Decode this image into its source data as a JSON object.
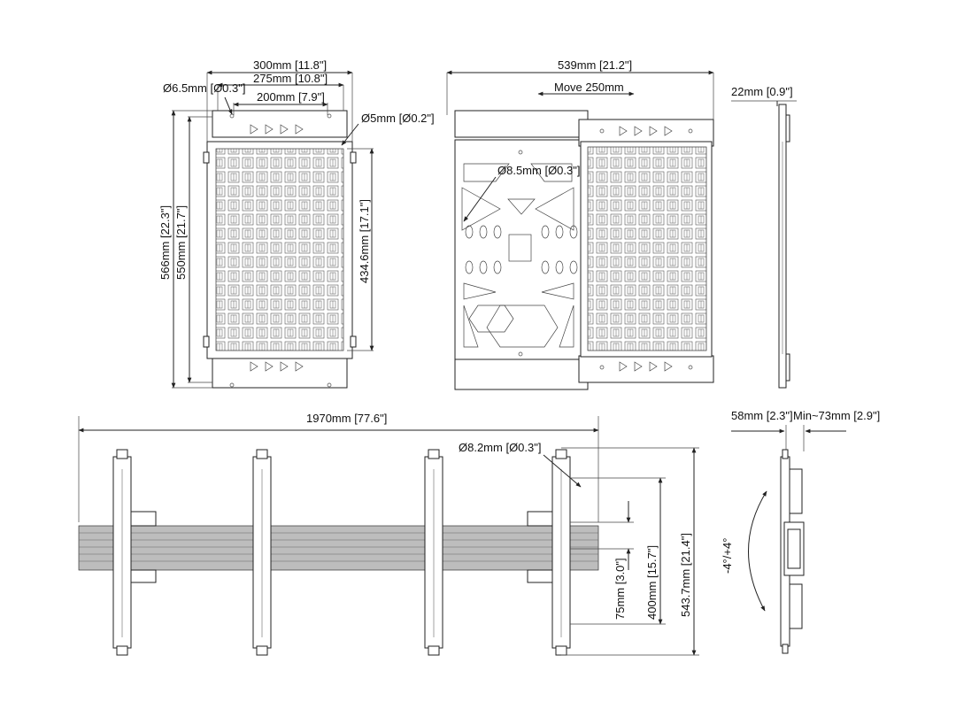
{
  "plate_front": {
    "width_300": "300mm [11.8\"]",
    "width_275": "275mm [10.8\"]",
    "width_200": "200mm [7.9\"]",
    "hole_65": "Ø6.5mm [Ø0.3\"]",
    "hole_5": "Ø5mm [Ø0.2\"]",
    "height_566": "566mm [22.3\"]",
    "height_550": "550mm [21.7\"]",
    "height_4346": "434.6mm [17.1\"]"
  },
  "plate_slide": {
    "width_539": "539mm [21.2\"]",
    "move": "Move 250mm",
    "hole_85": "Ø8.5mm [Ø0.3\"]"
  },
  "side_view": {
    "depth_22": "22mm [0.9\"]"
  },
  "rail_view": {
    "length_1970": "1970mm [77.6\"]",
    "hole_82": "Ø8.2mm [Ø0.3\"]",
    "spacing_75": "75mm [3.0\"]",
    "spacing_400": "400mm [15.7\"]",
    "height_5437": "543.7mm [21.4\"]"
  },
  "tilt_view": {
    "depth_58": "58mm [2.3\"]",
    "depth_range": "Min~73mm [2.9\"]",
    "tilt": "-4°/+4°"
  }
}
